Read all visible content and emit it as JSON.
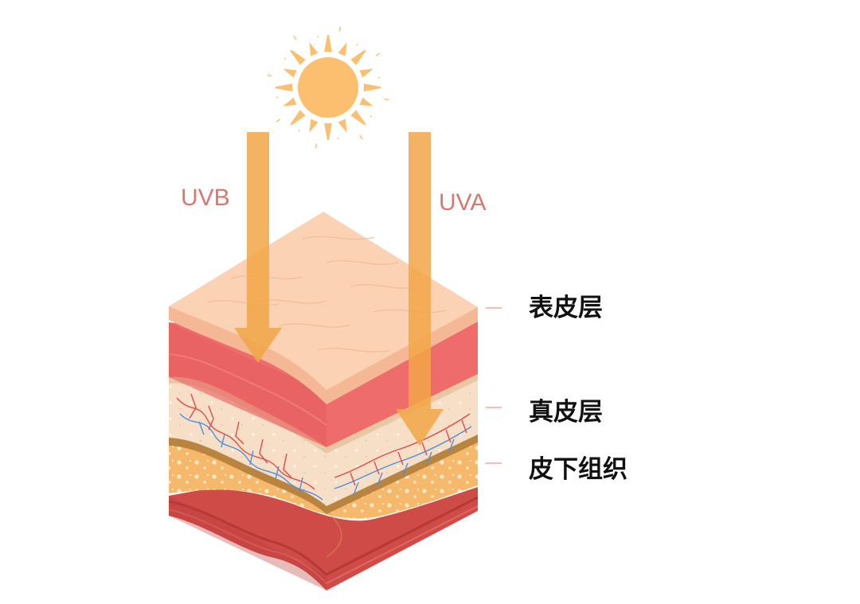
{
  "rays": {
    "uvb": {
      "label": "UVB"
    },
    "uva": {
      "label": "UVA"
    }
  },
  "layers": {
    "epidermis": {
      "label": "表皮层"
    },
    "dermis": {
      "label": "真皮层"
    },
    "hypodermis": {
      "label": "皮下组织"
    }
  },
  "colors": {
    "sun": "#fbbf6f",
    "arrow": "#f2a646",
    "ray_label": "#d9786f",
    "epidermis_top": "#fbd2b3",
    "epidermis_base": "#ee6c6c",
    "dermis": "#f6dfc6",
    "vessel_red": "#e14b4b",
    "vessel_blue": "#4d8fe0",
    "fat": "#f6b86a",
    "muscle": "#cf4b48",
    "label_text": "#111111",
    "leader": "#f0a7a0"
  },
  "icons": {
    "sun": "sun-icon"
  }
}
